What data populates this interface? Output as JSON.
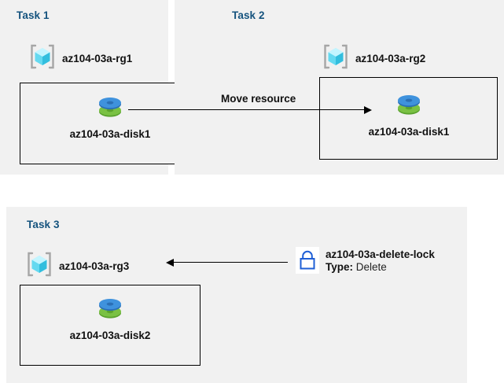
{
  "diagram": {
    "title": "Azure resource group tasks diagram",
    "background": "#ffffff",
    "panel_color": "#f1f1f1",
    "task_label_color": "#15537e",
    "accent_cube_color": "#50e6ff",
    "disk_blue": "#3c91e6",
    "disk_green": "#6cbe45",
    "lock_color": "#1f5fd6"
  },
  "tasks": [
    {
      "label": "Task 1",
      "resource_group": {
        "name": "az104-03a-rg1",
        "icon": "resource-group-cube-icon"
      },
      "resource": {
        "name": "az104-03a-disk1",
        "icon": "managed-disk-icon"
      }
    },
    {
      "label": "Task 2",
      "resource_group": {
        "name": "az104-03a-rg2",
        "icon": "resource-group-cube-icon"
      },
      "resource": {
        "name": "az104-03a-disk1",
        "icon": "managed-disk-icon"
      }
    },
    {
      "label": "Task 3",
      "resource_group": {
        "name": "az104-03a-rg3",
        "icon": "resource-group-cube-icon"
      },
      "resource": {
        "name": "az104-03a-disk2",
        "icon": "managed-disk-icon"
      }
    }
  ],
  "connectors": [
    {
      "id": "move-resource-arrow",
      "label": "Move resource",
      "direction": "right",
      "from": "az104-03a-disk1 (Task 1)",
      "to": "az104-03a-disk1 (Task 2)"
    },
    {
      "id": "delete-lock-arrow",
      "label": "",
      "direction": "left",
      "from": "az104-03a-delete-lock",
      "to": "az104-03a-rg3"
    }
  ],
  "lock": {
    "icon": "lock-icon",
    "name": "az104-03a-delete-lock",
    "type_label": "Type:",
    "type_value": "Delete"
  }
}
